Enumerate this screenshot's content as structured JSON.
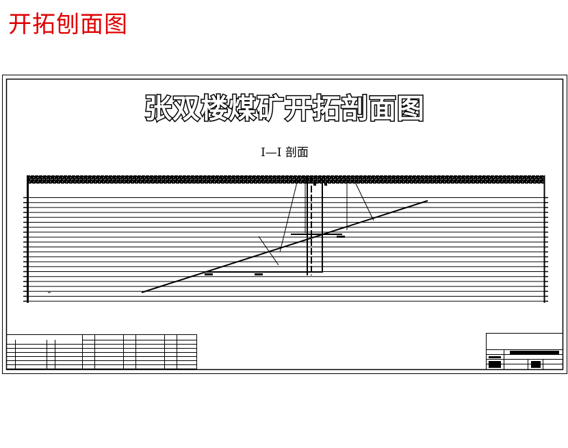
{
  "page_title": "开拓刨面图",
  "drawing": {
    "title": "张双楼煤矿开拓剖面图",
    "section_label": "I—I 剖面"
  },
  "colors": {
    "page_title": "#e00000",
    "lines": "#000000",
    "background": "#ffffff"
  }
}
